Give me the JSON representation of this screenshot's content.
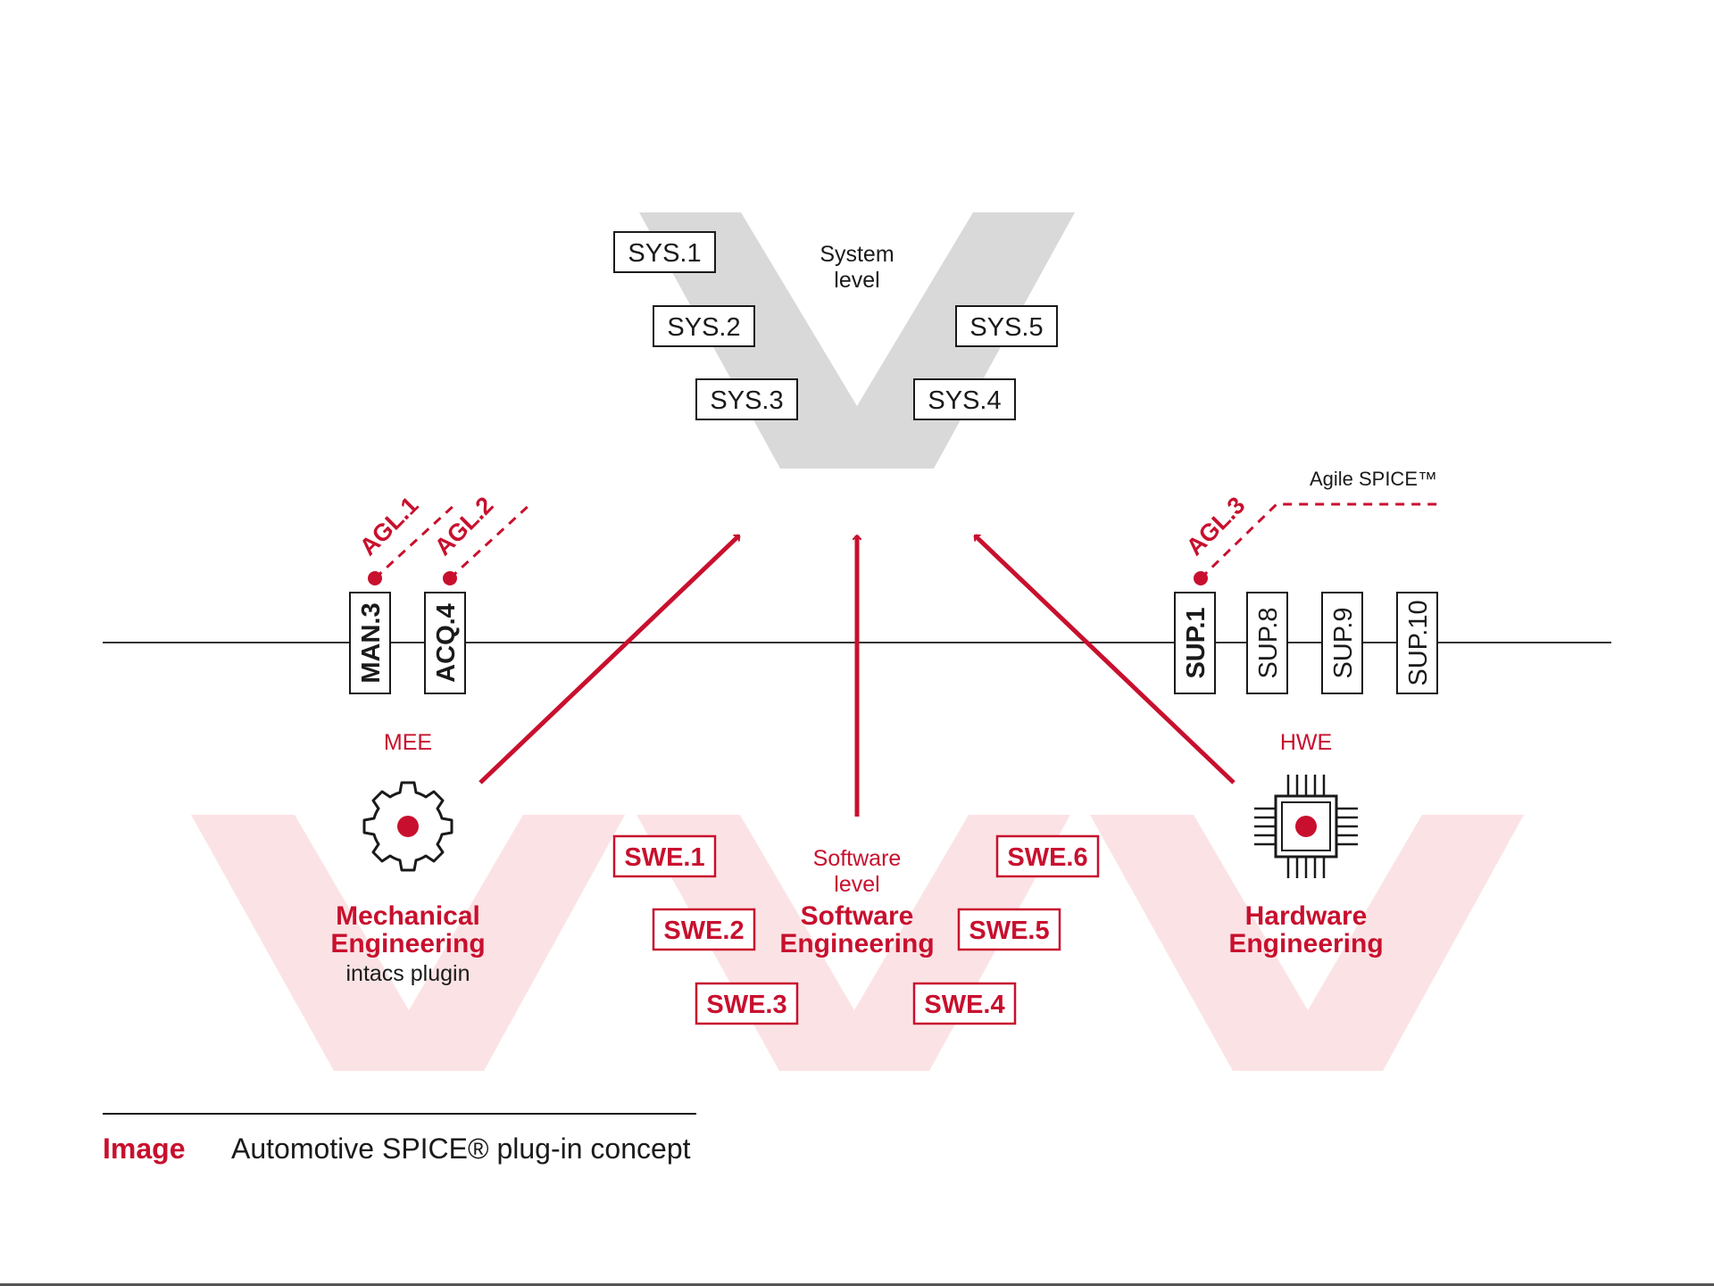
{
  "system": {
    "label_line1": "System",
    "label_line2": "level",
    "boxes": [
      "SYS.1",
      "SYS.2",
      "SYS.3",
      "SYS.4",
      "SYS.5"
    ]
  },
  "software": {
    "label_line1": "Software",
    "label_line2": "level",
    "heading_line1": "Software",
    "heading_line2": "Engineering",
    "boxes": [
      "SWE.1",
      "SWE.2",
      "SWE.3",
      "SWE.4",
      "SWE.5",
      "SWE.6"
    ]
  },
  "mechanical": {
    "abbr": "MEE",
    "heading_line1": "Mechanical",
    "heading_line2": "Engineering",
    "subtitle": "intacs plugin",
    "icon": "gear-icon"
  },
  "hardware": {
    "abbr": "HWE",
    "heading_line1": "Hardware",
    "heading_line2": "Engineering",
    "icon": "chip-icon"
  },
  "processes": {
    "left": [
      "MAN.3",
      "ACQ.4"
    ],
    "right": [
      "SUP.1",
      "SUP.8",
      "SUP.9",
      "SUP.10"
    ]
  },
  "agile": {
    "label": "Agile SPICE™",
    "items": [
      "AGL.1",
      "AGL.2",
      "AGL.3"
    ]
  },
  "caption": {
    "label": "Image",
    "text": "Automotive SPICE® plug-in concept"
  },
  "colors": {
    "accent": "#c8102e",
    "grey_v": "#d9d9d9",
    "pink_v": "#fbe3e5",
    "ink": "#1a1a1a"
  }
}
